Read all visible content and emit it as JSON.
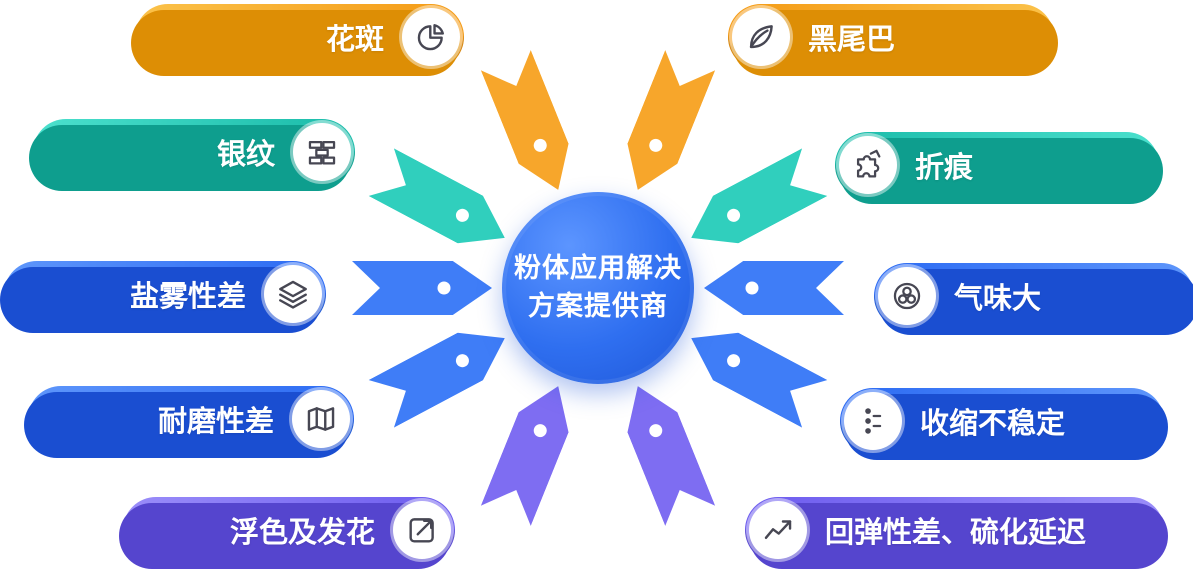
{
  "center": {
    "title_line1": "粉体应用解决",
    "title_line2": "方案提供商"
  },
  "left_items": [
    {
      "label": "花斑",
      "icon": "pie-chart-icon",
      "color": "orange"
    },
    {
      "label": "银纹",
      "icon": "bricks-icon",
      "color": "teal"
    },
    {
      "label": "盐雾性差",
      "icon": "layers-icon",
      "color": "blue"
    },
    {
      "label": "耐磨性差",
      "icon": "map-icon",
      "color": "blue"
    },
    {
      "label": "浮色及发花",
      "icon": "external-arrow-icon",
      "color": "purple"
    }
  ],
  "right_items": [
    {
      "label": "黑尾巴",
      "icon": "leaf-icon",
      "color": "orange"
    },
    {
      "label": "折痕",
      "icon": "puzzle-icon",
      "color": "teal"
    },
    {
      "label": "气味大",
      "icon": "fan-circles-icon",
      "color": "blue"
    },
    {
      "label": "收缩不稳定",
      "icon": "dots-branch-icon",
      "color": "blue"
    },
    {
      "label": "回弹性差、硫化延迟",
      "icon": "line-chart-icon",
      "color": "purple"
    }
  ],
  "colors": {
    "orange": "#F7A62B",
    "teal": "#30CFBD",
    "blue": "#3F7DF7",
    "purple": "#7E6DF2",
    "hub_blue": "#2F6FF0",
    "background": "#FFFFFF"
  }
}
